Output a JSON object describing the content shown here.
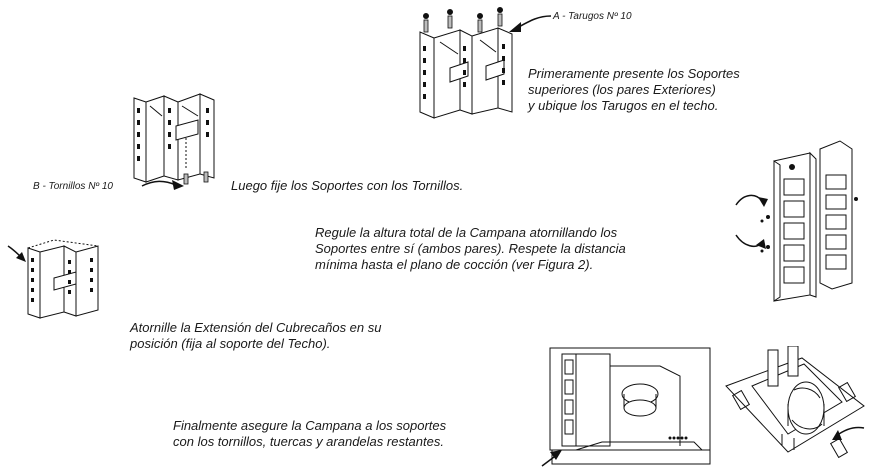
{
  "labels": {
    "tarugos": "A - Tarugos Nº 10",
    "tornillos": "B - Tornillos Nº 10"
  },
  "steps": {
    "step1": [
      "Primeramente presente los Soportes",
      "superiores (los pares Exteriores)",
      "y ubique los Tarugos en el techo."
    ],
    "step2": [
      "Luego fije los Soportes con los Tornillos."
    ],
    "step3": [
      "Regule la altura total de la Campana atornillando los",
      "Soportes entre sí (ambos pares). Respete la distancia",
      "mínima hasta el plano de cocción (ver Figura 2)."
    ],
    "step4": [
      "Atornille la Extensión del Cubrecaños en su",
      "posición (fija al soporte del Techo)."
    ],
    "step5": [
      "Finalmente asegure la Campana a los soportes",
      "con los tornillos, tuercas y arandelas restantes."
    ]
  }
}
